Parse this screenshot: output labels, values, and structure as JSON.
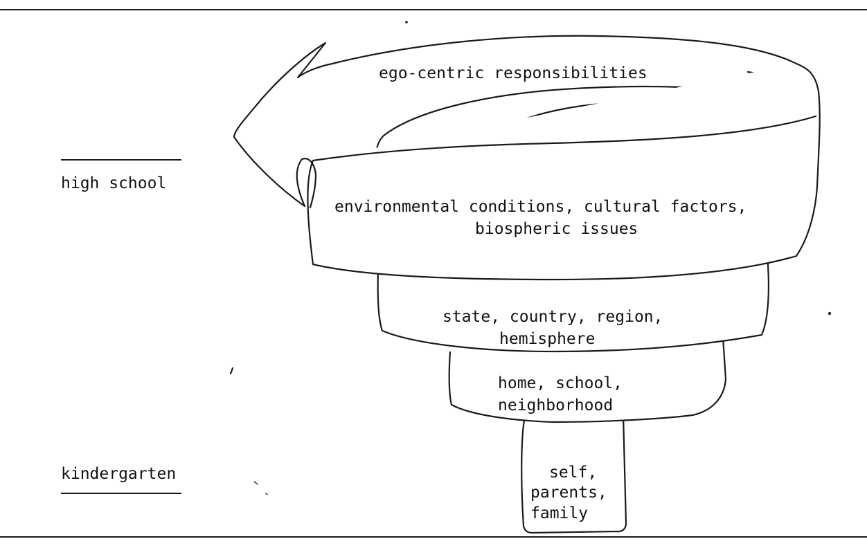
{
  "side_labels": {
    "top": "high school",
    "bottom": "kindergarten"
  },
  "bands": {
    "spiral_top": "ego-centric responsibilities",
    "outer_line1": "environmental conditions, cultural factors,",
    "outer_line2": "biospheric issues",
    "middle_line1": "state, country, region,",
    "middle_line2": "hemisphere",
    "inner_line1": "home, school,",
    "inner_line2": "neighborhood",
    "core_line1": "self,",
    "core_line2": "parents,",
    "core_line3": "family"
  }
}
